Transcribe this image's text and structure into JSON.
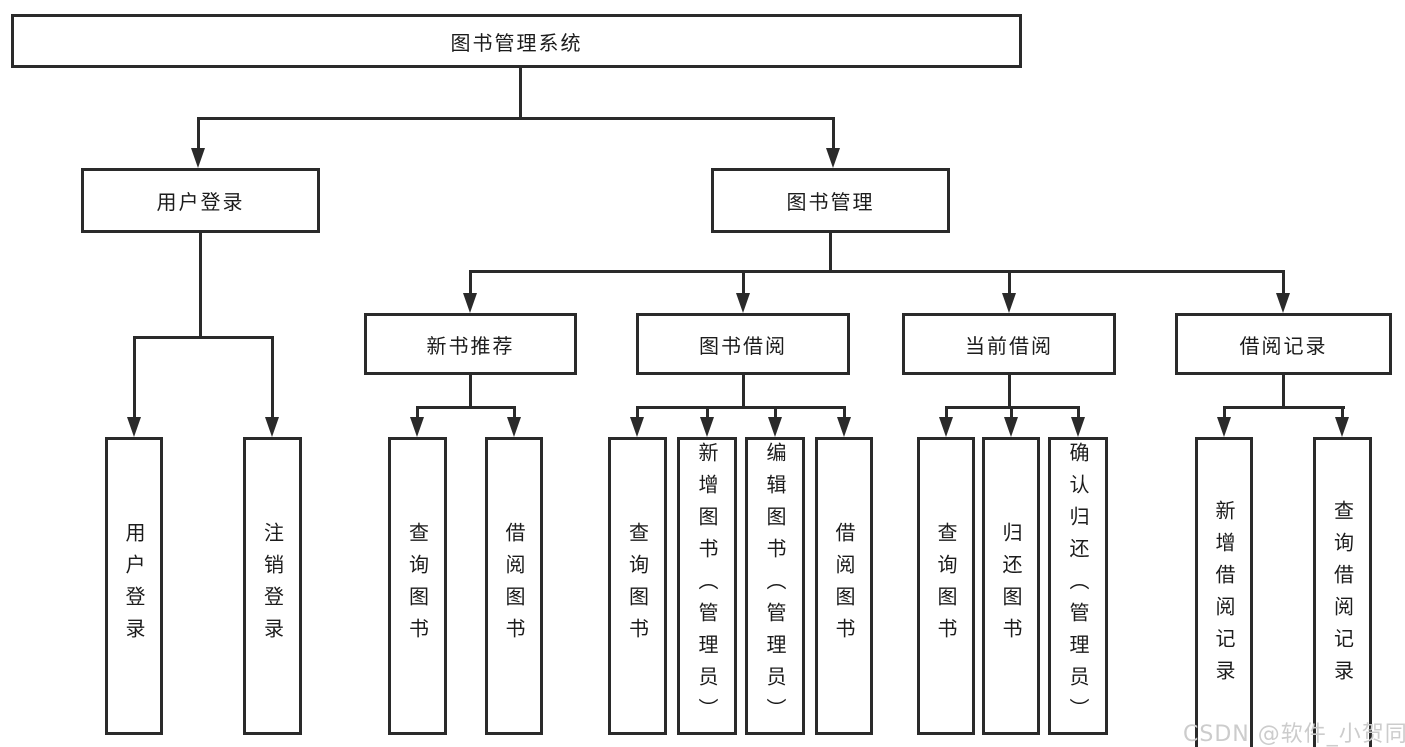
{
  "diagram": {
    "root": {
      "label": "图书管理系统"
    },
    "branches": {
      "user_login": {
        "label": "用户登录",
        "children": {
          "login": {
            "label": "用户登录"
          },
          "logout": {
            "label": "注销登录"
          }
        }
      },
      "book_mgmt": {
        "label": "图书管理",
        "children": {
          "new_book_rec": {
            "label": "新书推荐",
            "children": {
              "query_books": {
                "label": "查询图书"
              },
              "borrow_books": {
                "label": "借阅图书"
              }
            }
          },
          "book_borrow": {
            "label": "图书借阅",
            "children": {
              "query_books": {
                "label": "查询图书"
              },
              "add_books": {
                "label": "新增图书（管理员）"
              },
              "edit_books": {
                "label": "编辑图书（管理员）"
              },
              "borrow_books": {
                "label": "借阅图书"
              }
            }
          },
          "current_borrow": {
            "label": "当前借阅",
            "children": {
              "query_books": {
                "label": "查询图书"
              },
              "return_books": {
                "label": "归还图书"
              },
              "confirm_return": {
                "label": "确认归还（管理员）"
              }
            }
          },
          "borrow_records": {
            "label": "借阅记录",
            "children": {
              "add_record": {
                "label": "新增借阅记录"
              },
              "query_record": {
                "label": "查询借阅记录"
              }
            }
          }
        }
      }
    },
    "colors": {
      "line": "#2a2a2a",
      "box_border": "#2a2a2a",
      "box_fill": "#ffffff",
      "text": "#1c1c1c",
      "watermark": "#cccccc",
      "background": "#ffffff"
    }
  },
  "watermark": {
    "text": "CSDN @软件_小贺同学"
  }
}
